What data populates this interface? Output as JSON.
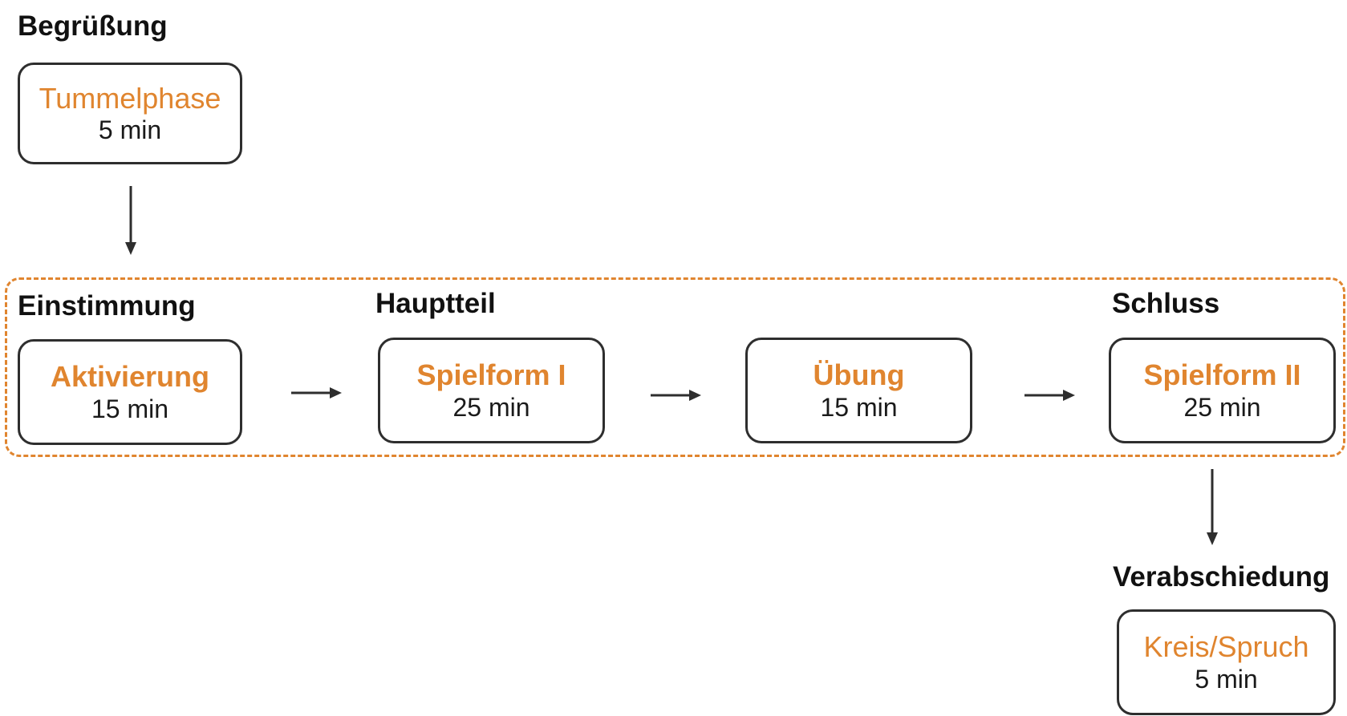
{
  "sections": {
    "welcome": "Begrüßung",
    "warmup": "Einstimmung",
    "main": "Hauptteil",
    "closing": "Schluss",
    "farewell": "Verabschiedung"
  },
  "steps": [
    {
      "title": "Tummelphase",
      "duration": "5 min"
    },
    {
      "title": "Aktivierung",
      "duration": "15 min"
    },
    {
      "title": "Spielform I",
      "duration": "25 min"
    },
    {
      "title": "Übung",
      "duration": "15 min"
    },
    {
      "title": "Spielform II",
      "duration": "25 min"
    },
    {
      "title": "Kreis/Spruch",
      "duration": "5 min"
    }
  ],
  "colors": {
    "accent": "#e0852f",
    "border": "#2e2e2e",
    "text": "#111111"
  }
}
